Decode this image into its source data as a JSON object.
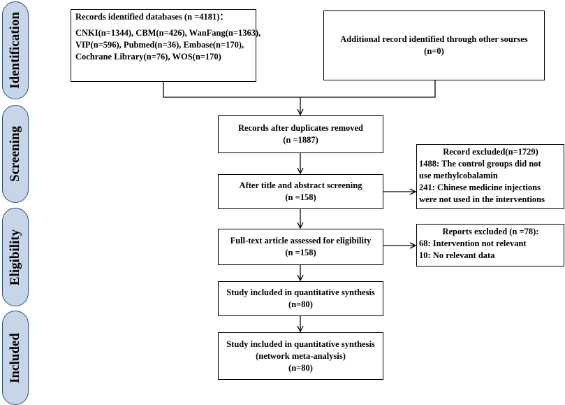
{
  "stages": {
    "identification": "Identification",
    "screening": "Screening",
    "eligibility": "Eligibility",
    "included": "Included"
  },
  "records_box": {
    "title": "Records identified databases (n =4181)：",
    "lines": [
      "CNKI(n=1344), CBM(n=426), WanFang(n=1363),",
      "VIP(n=596), Pubmed(n=36), Embase(n=170),",
      "Cochrane Library(n=76), WOS(n=170)"
    ]
  },
  "additional_box": {
    "line1": "Additional record identified through other sourses",
    "line2": "(n=0)"
  },
  "duplicates_box": {
    "line1": "Records after duplicates removed",
    "line2": "(n =1887)"
  },
  "title_abstract_box": {
    "line1": "After title and abstract screening",
    "line2": "(n =158)"
  },
  "fulltext_box": {
    "line1": "Full-text article assessed for eligibility",
    "line2": "(n =158)"
  },
  "quantitative_box": {
    "line1": "Study included in quantitative synthesis",
    "line2": "(n=80)"
  },
  "network_box": {
    "line1": "Study included in quantitative synthesis",
    "line2": "(network meta-analysis)",
    "line3": "(n=80)"
  },
  "excluded_records": {
    "title": "Record excluded(n=1729)",
    "lines": [
      "1488: The control groups did not",
      "use methylcobalamin",
      "241: Chinese medicine injections",
      "were not used in the interventions"
    ]
  },
  "excluded_reports": {
    "title": "Reports excluded (n =78):",
    "lines": [
      "68: Intervention not relevant",
      "10: No relevant data"
    ]
  },
  "colors": {
    "stage_fill": "#c7d5e9",
    "stage_border": "#2e5279",
    "line": "#000000"
  }
}
